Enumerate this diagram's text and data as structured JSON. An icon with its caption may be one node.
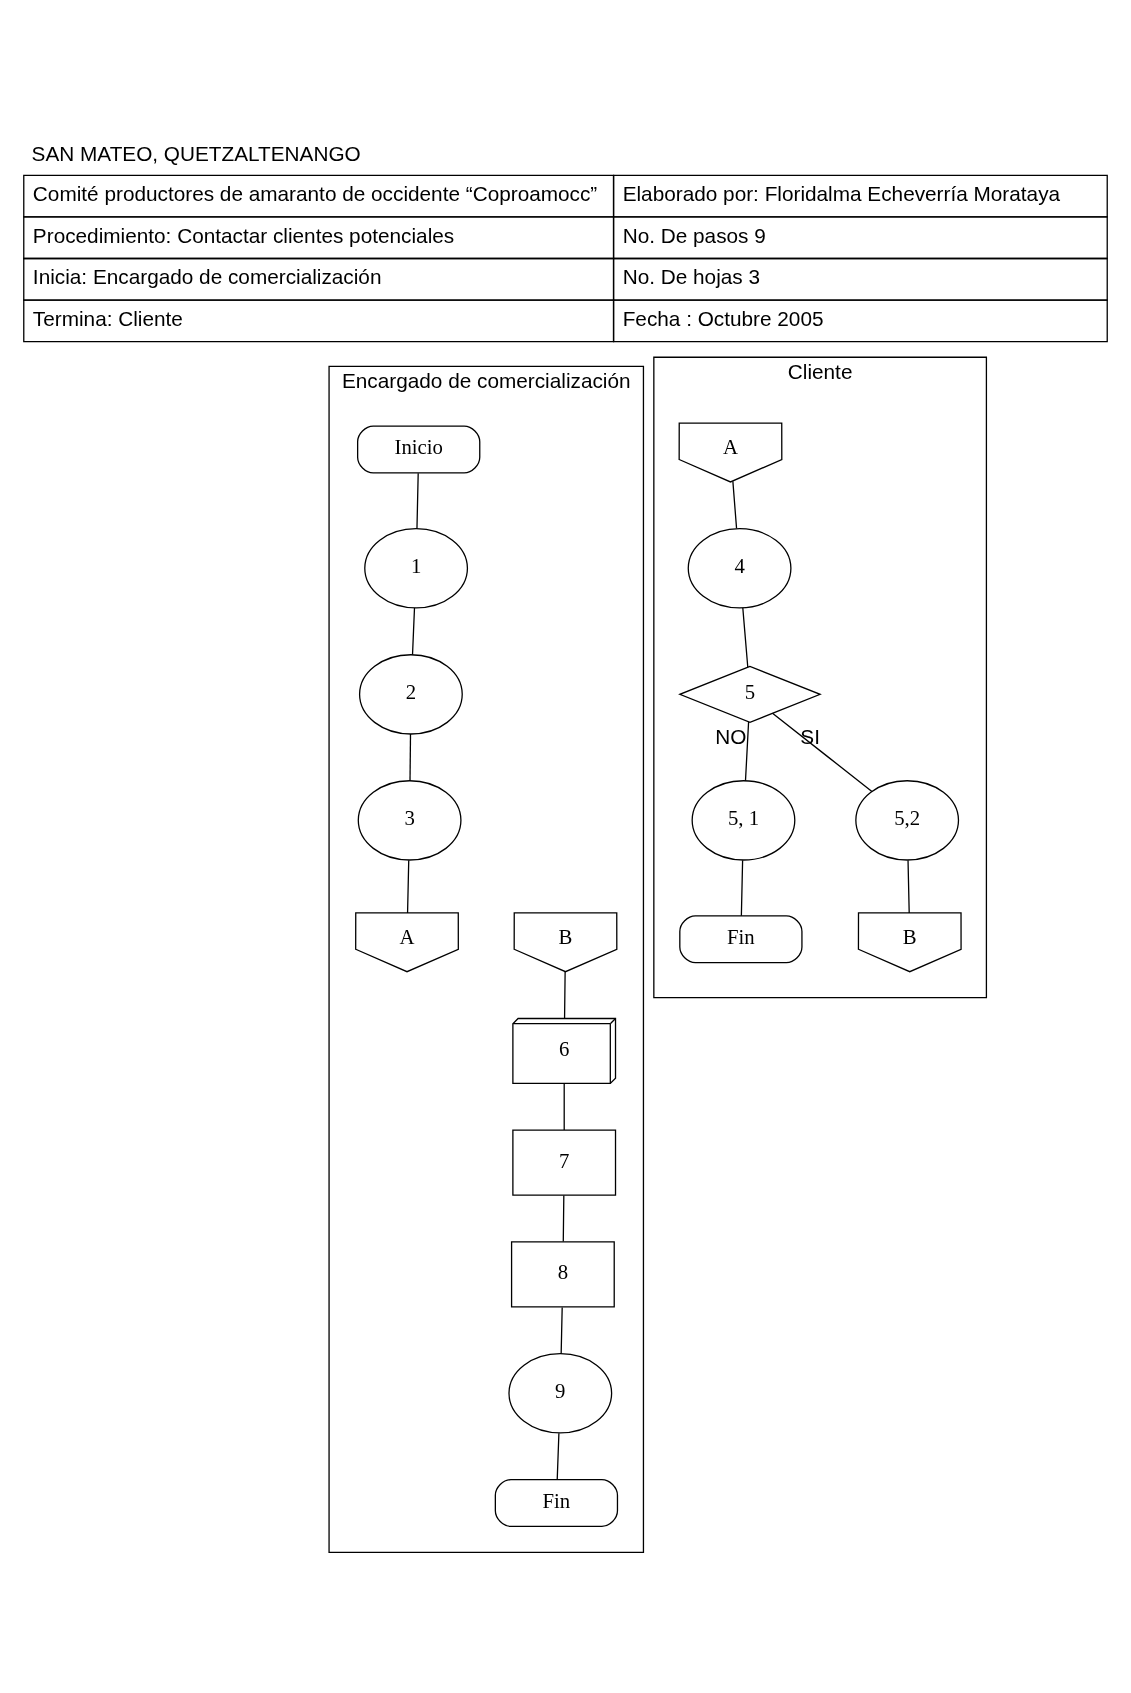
{
  "diagram": {
    "nodes": [
      {
        "text": [
          "Encargado de comercialización"
        ]
      },
      {
        "text": [
          "Cliente"
        ]
      },
      {
        "text": [
          "Inicio"
        ],
        "in": 0
      },
      {
        "text": [
          "1"
        ],
        "in": 0
      },
      {
        "text": [
          "2"
        ],
        "in": 0
      },
      {
        "text": [
          "3"
        ],
        "in": 0
      },
      {
        "text": [
          "A"
        ],
        "in": 0
      },
      {
        "text": [
          "B"
        ],
        "in": 0
      },
      {
        "text": [
          "6"
        ],
        "in": 0
      },
      {
        "text": [
          "7"
        ],
        "in": 0
      },
      {
        "text": [
          "8"
        ],
        "in": 0
      },
      {
        "text": [
          "9"
        ],
        "in": 0
      },
      {
        "text": [
          "Fin"
        ],
        "in": 0
      },
      {
        "text": [
          "A"
        ],
        "in": 1
      },
      {
        "text": [
          "4"
        ],
        "in": 1
      },
      {
        "text": [
          "5"
        ],
        "in": 1
      },
      {
        "text": [
          "5, 1"
        ],
        "in": 1
      },
      {
        "text": [
          "5,2"
        ],
        "in": 1
      },
      {
        "text": [
          "Fin"
        ],
        "in": 1
      },
      {
        "text": [
          "B"
        ],
        "in": 1
      }
    ],
    "edges": [
      {
        "from": 2,
        "to": 3,
        "arrow": "none"
      },
      {
        "from": 3,
        "to": 4,
        "arrow": "none"
      },
      {
        "from": 4,
        "to": 5,
        "arrow": "none"
      },
      {
        "from": 5,
        "to": 6,
        "arrow": "none"
      },
      {
        "from": 7,
        "to": 8,
        "arrow": "none"
      },
      {
        "from": 8,
        "to": 9,
        "arrow": "none"
      },
      {
        "from": 9,
        "to": 10,
        "arrow": "none"
      },
      {
        "from": 10,
        "to": 11,
        "arrow": "none"
      },
      {
        "from": 11,
        "to": 12,
        "arrow": "none"
      },
      {
        "from": 13,
        "to": 14,
        "arrow": "none"
      },
      {
        "from": 14,
        "to": 15,
        "arrow": "none"
      },
      {
        "from": 15,
        "to": 16,
        "arrow": "none",
        "label": "NO"
      },
      {
        "from": 15,
        "to": 17,
        "arrow": "none",
        "label": "SI"
      },
      {
        "from": 16,
        "to": 18,
        "arrow": "none"
      },
      {
        "from": 17,
        "to": 19,
        "arrow": "none"
      }
    ],
    "labels": [
      "SAN MATEO, QUETZALTENANGO",
      "Comité productores de amaranto de occidente “Coproamocc”",
      "Elaborado por: Floridalma Echeverría Morataya",
      "Procedimiento: Contactar clientes potenciales",
      "No. De pasos 9",
      "Inicia: Encargado de comercialización",
      "No. De hojas 3",
      "Termina: Cliente",
      "Fecha : Octubre 2005"
    ]
  }
}
